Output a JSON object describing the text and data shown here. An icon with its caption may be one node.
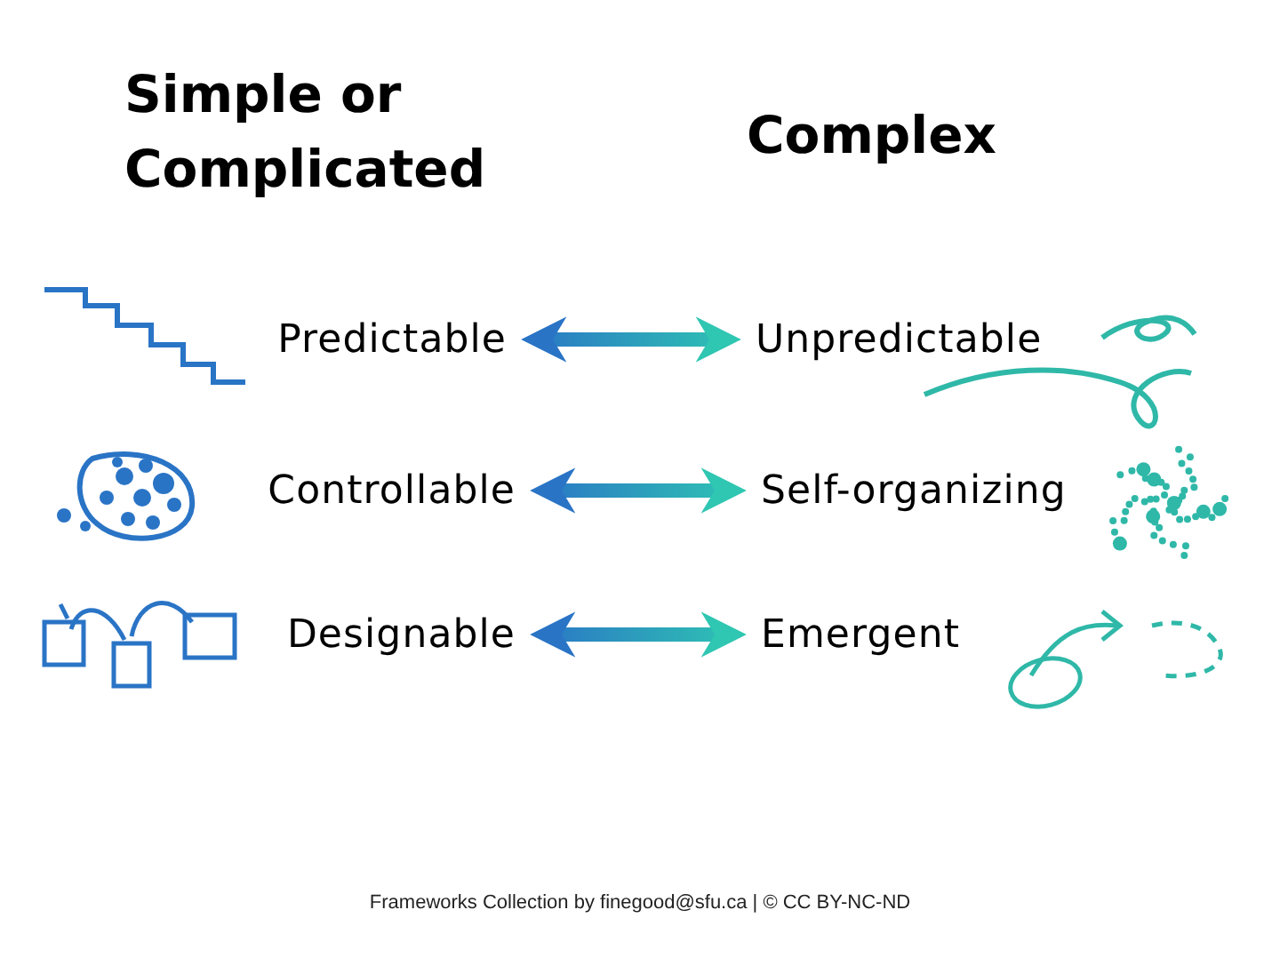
{
  "diagram": {
    "nodes": [
      {
        "text": [
          "Predictable"
        ]
      },
      {
        "text": [
          "Unpredictable"
        ]
      },
      {
        "text": [
          "Controllable"
        ]
      },
      {
        "text": [
          "Self-organizing"
        ]
      },
      {
        "text": [
          "Designable"
        ]
      },
      {
        "text": [
          "Emergent"
        ]
      }
    ],
    "edges": [
      {
        "from": 0,
        "to": 1,
        "arrow": "both"
      },
      {
        "from": 2,
        "to": 3,
        "arrow": "both"
      },
      {
        "from": 4,
        "to": 5,
        "arrow": "both"
      }
    ],
    "labels": [
      "Simple or Complicated",
      "Complex",
      "Frameworks Collection by finegood@sfu.ca | © CC BY-NC-ND"
    ]
  }
}
